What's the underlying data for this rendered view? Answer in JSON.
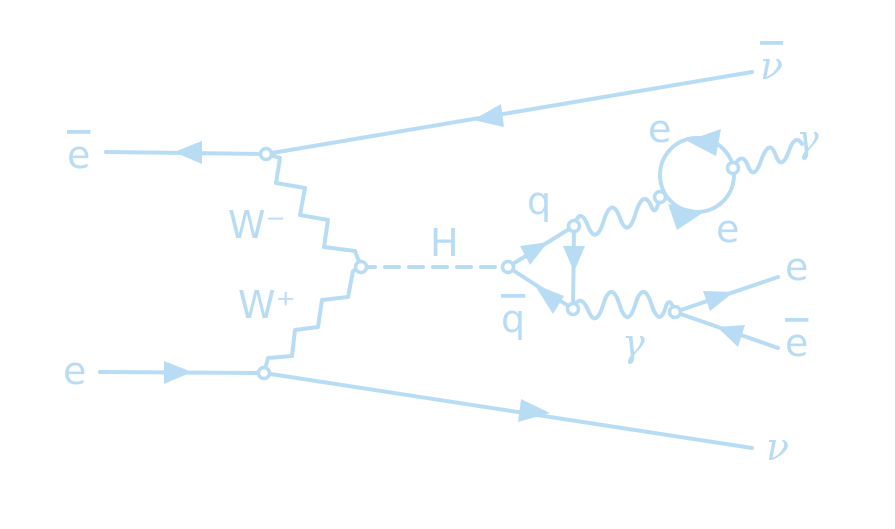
{
  "colors": {
    "line": "#b9dcf5",
    "background": "#ffffff"
  },
  "labels": {
    "e_bar_left": "e",
    "nu_bar": "ν",
    "w_minus": "W⁻",
    "w_plus": "W⁺",
    "h": "H",
    "e_left": "e",
    "nu": "ν",
    "q": "q",
    "q_bar": "q",
    "gamma_bottom": "γ",
    "e_loop_top": "e",
    "e_loop_bottom": "e",
    "gamma_right": "γ",
    "e_out": "e",
    "e_bar_out": "e"
  }
}
